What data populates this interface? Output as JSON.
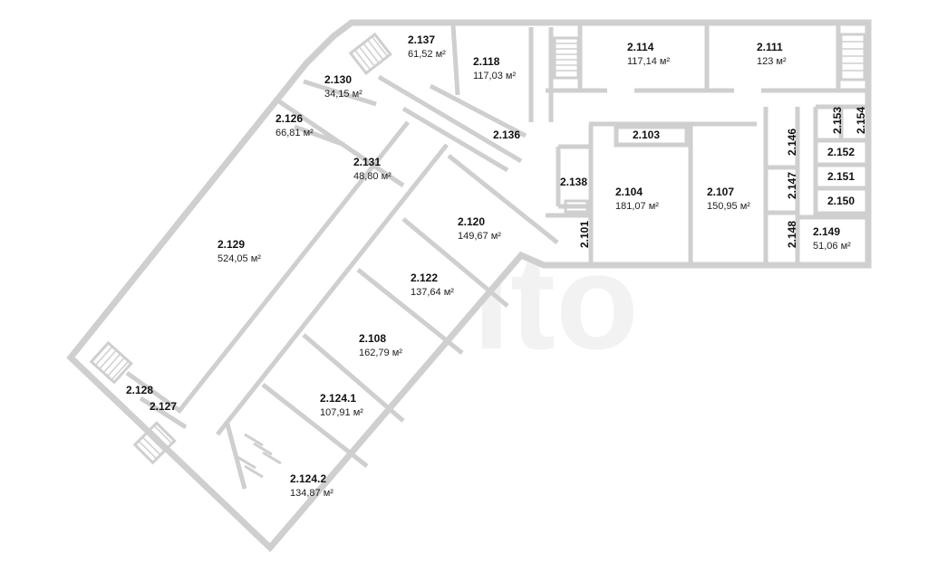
{
  "watermark": "Avito",
  "rooms": [
    {
      "id": "2.137",
      "area": "61,52 м²"
    },
    {
      "id": "2.118",
      "area": "117,03 м²"
    },
    {
      "id": "2.114",
      "area": "117,14 м²"
    },
    {
      "id": "2.111",
      "area": "123 м²"
    },
    {
      "id": "2.130",
      "area": "34,15 м²"
    },
    {
      "id": "2.126",
      "area": "66,81 м²"
    },
    {
      "id": "2.136",
      "area": ""
    },
    {
      "id": "2.103",
      "area": ""
    },
    {
      "id": "2.131",
      "area": "48,80 м²"
    },
    {
      "id": "2.138",
      "area": ""
    },
    {
      "id": "2.104",
      "area": "181,07 м²"
    },
    {
      "id": "2.107",
      "area": "150,95 м²"
    },
    {
      "id": "2.153",
      "area": ""
    },
    {
      "id": "2.154",
      "area": ""
    },
    {
      "id": "2.146",
      "area": ""
    },
    {
      "id": "2.152",
      "area": ""
    },
    {
      "id": "2.151",
      "area": ""
    },
    {
      "id": "2.147",
      "area": ""
    },
    {
      "id": "2.150",
      "area": ""
    },
    {
      "id": "2.148",
      "area": ""
    },
    {
      "id": "2.149",
      "area": "51,06 м²"
    },
    {
      "id": "2.120",
      "area": "149,67 м²"
    },
    {
      "id": "2.101",
      "area": ""
    },
    {
      "id": "2.129",
      "area": "524,05 м²"
    },
    {
      "id": "2.122",
      "area": "137,64 м²"
    },
    {
      "id": "2.108",
      "area": "162,79 м²"
    },
    {
      "id": "2.128",
      "area": ""
    },
    {
      "id": "2.127",
      "area": ""
    },
    {
      "id": "2.124.1",
      "area": "107,91 м²"
    },
    {
      "id": "2.124.2",
      "area": "134,87 м²"
    }
  ]
}
